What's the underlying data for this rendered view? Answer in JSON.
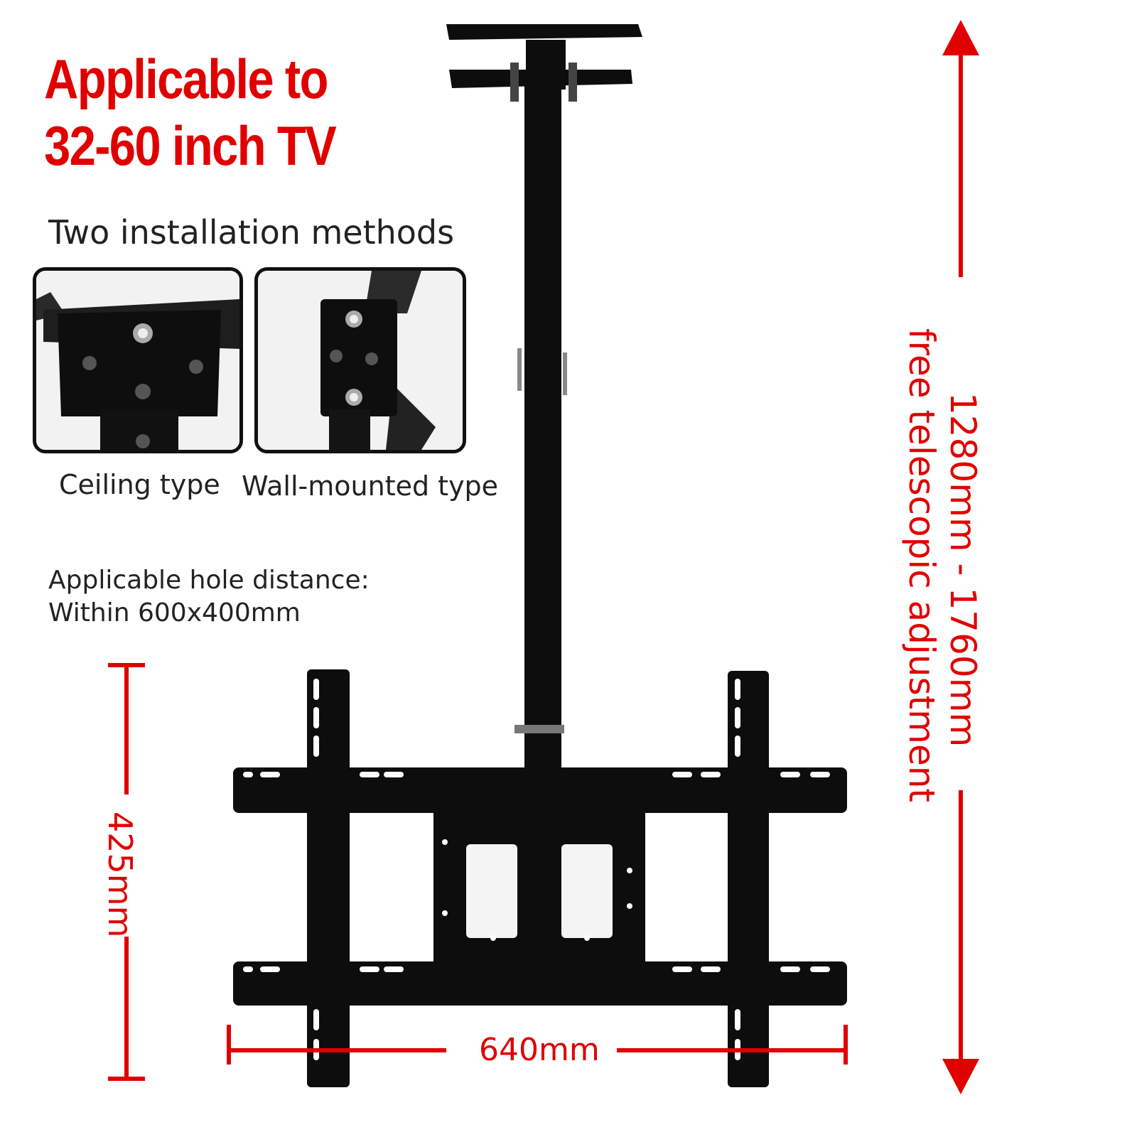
{
  "headline": {
    "line1": "Applicable to",
    "line2": "32-60 inch TV"
  },
  "methods": {
    "title": "Two installation methods",
    "ceiling_label": "Ceiling type",
    "wall_label": "Wall-mounted type"
  },
  "hole_distance": {
    "line1": "Applicable hole distance:",
    "line2": "Within 600x400mm"
  },
  "dimensions": {
    "height": "425mm",
    "width": "640mm",
    "pole_range": "1280mm - 1760mm",
    "pole_note": "free telescopic adjustment"
  },
  "colors": {
    "accent": "#e00000",
    "bracket": "#0d0d0d",
    "text": "#222222"
  }
}
